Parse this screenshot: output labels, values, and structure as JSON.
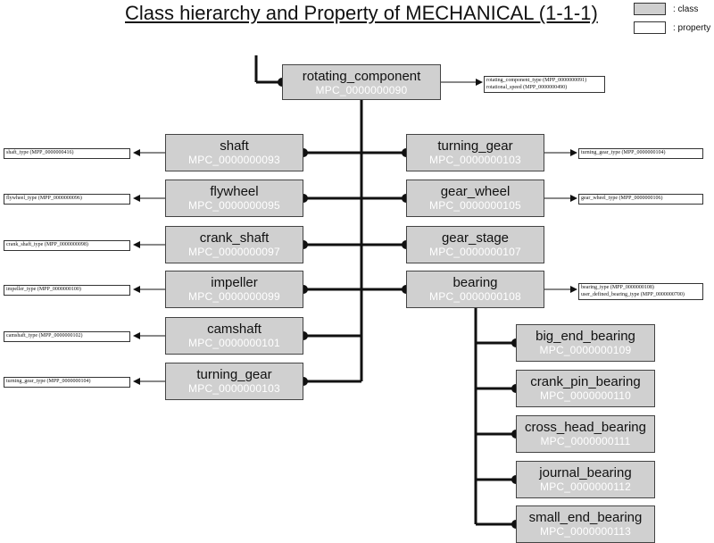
{
  "title": "Class hierarchy and Property of MECHANICAL (1-1-1)",
  "legend": {
    "class_label": ": class",
    "property_label": ": property"
  },
  "root": {
    "name": "rotating_component",
    "code": "MPC_0000000090",
    "properties": [
      "rotating_component_type (MPP_0000000091)",
      "rotational_speed (MPP_0000000490)"
    ]
  },
  "left_children": [
    {
      "name": "shaft",
      "code": "MPC_0000000093",
      "properties": [
        "shaft_type (MPP_0000000416)"
      ]
    },
    {
      "name": "flywheel",
      "code": "MPC_0000000095",
      "properties": [
        "flywheel_type (MPP_0000000096)"
      ]
    },
    {
      "name": "crank_shaft",
      "code": "MPC_0000000097",
      "properties": [
        "crank_shaft_type (MPP_0000000098)"
      ]
    },
    {
      "name": "impeller",
      "code": "MPC_0000000099",
      "properties": [
        "impeller_type (MPP_0000000100)"
      ]
    },
    {
      "name": "camshaft",
      "code": "MPC_0000000101",
      "properties": [
        "camshaft_type (MPP_0000000102)"
      ]
    },
    {
      "name": "turning_gear",
      "code": "MPC_0000000103",
      "properties": [
        "turning_gear_type (MPP_0000000104)"
      ]
    }
  ],
  "right_children": [
    {
      "name": "turning_gear",
      "code": "MPC_0000000103",
      "properties": [
        "turning_gear_type (MPP_0000000104)"
      ]
    },
    {
      "name": "gear_wheel",
      "code": "MPC_0000000105",
      "properties": [
        "gear_wheel_type (MPP_0000000106)"
      ]
    },
    {
      "name": "gear_stage",
      "code": "MPC_0000000107",
      "properties": []
    },
    {
      "name": "bearing",
      "code": "MPC_0000000108",
      "properties": [
        "bearing_type (MPP_0000000108)",
        "user_defined_bearing_type (MPP_0000000700)"
      ]
    }
  ],
  "bearing_children": [
    {
      "name": "big_end_bearing",
      "code": "MPC_0000000109"
    },
    {
      "name": "crank_pin_bearing",
      "code": "MPC_0000000110"
    },
    {
      "name": "cross_head_bearing",
      "code": "MPC_0000000111"
    },
    {
      "name": "journal_bearing",
      "code": "MPC_0000000112"
    },
    {
      "name": "small_end_bearing",
      "code": "MPC_0000000113"
    }
  ],
  "colors": {
    "class_fill": "#d0d0d0",
    "property_fill": "#ffffff",
    "line": "#111111"
  }
}
